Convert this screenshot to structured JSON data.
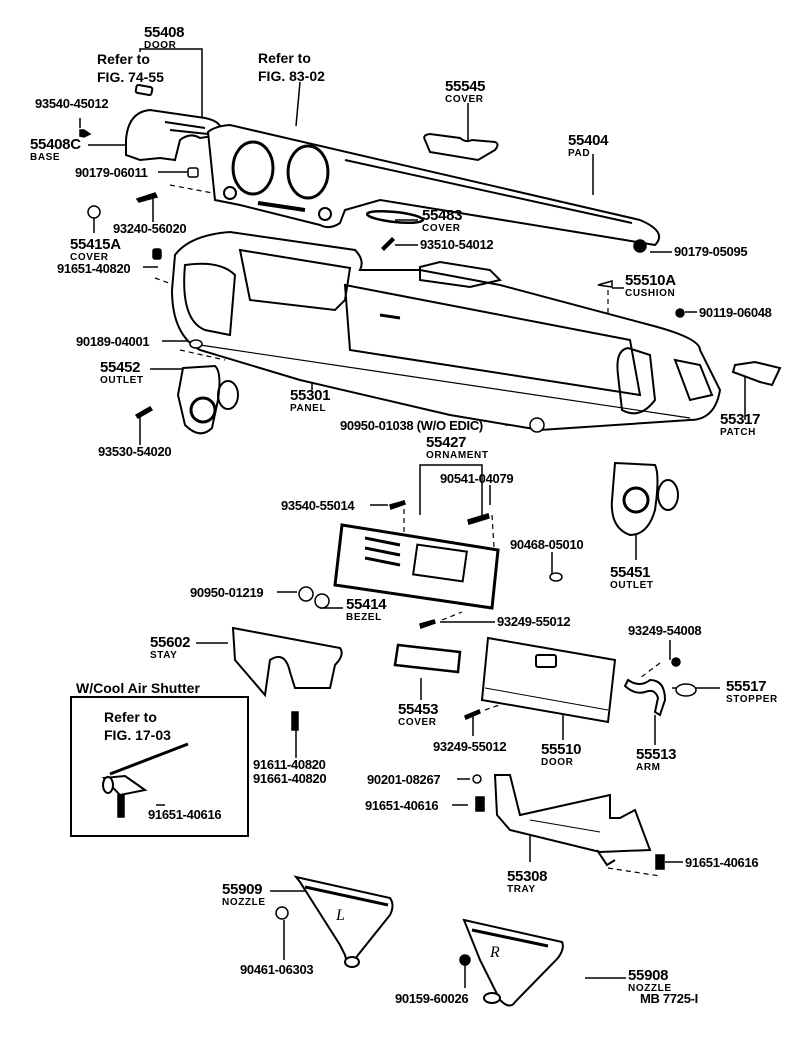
{
  "diagram": {
    "code": "MB 7725-I",
    "inset_title": "W/Cool Air Shutter",
    "refs": [
      {
        "line1": "Refer to",
        "line2": "FIG. 74-55"
      },
      {
        "line1": "Refer to",
        "line2": "FIG. 83-02"
      },
      {
        "line1": "Refer to",
        "line2": "FIG. 17-03"
      }
    ],
    "named_parts": [
      {
        "number": "55408",
        "name": "DOOR"
      },
      {
        "number": "55408C",
        "name": "BASE"
      },
      {
        "number": "55545",
        "name": "COVER"
      },
      {
        "number": "55404",
        "name": "PAD"
      },
      {
        "number": "55483",
        "name": "COVER"
      },
      {
        "number": "55415A",
        "name": "COVER"
      },
      {
        "number": "55510A",
        "name": "CUSHION"
      },
      {
        "number": "55452",
        "name": "OUTLET"
      },
      {
        "number": "55301",
        "name": "PANEL"
      },
      {
        "number": "55317",
        "name": "PATCH"
      },
      {
        "number": "55427",
        "name": "ORNAMENT"
      },
      {
        "number": "55451",
        "name": "OUTLET"
      },
      {
        "number": "55414",
        "name": "BEZEL"
      },
      {
        "number": "55602",
        "name": "STAY"
      },
      {
        "number": "55453",
        "name": "COVER"
      },
      {
        "number": "55510",
        "name": "DOOR"
      },
      {
        "number": "55513",
        "name": "ARM"
      },
      {
        "number": "55517",
        "name": "STOPPER"
      },
      {
        "number": "55308",
        "name": "TRAY"
      },
      {
        "number": "55909",
        "name": "NOZZLE"
      },
      {
        "number": "55908",
        "name": "NOZZLE"
      }
    ],
    "fasteners": [
      "93540-45012",
      "90179-06011",
      "93240-56020",
      "93510-54012",
      "90179-05095",
      "91651-40820",
      "90119-06048",
      "90189-04001",
      "93530-54020",
      "90950-01038 (W/O EDIC)",
      "90541-04079",
      "93540-55014",
      "90468-05010",
      "90950-01219",
      "93249-55012",
      "93249-54008",
      "91611-40820",
      "91661-40820",
      "93249-55012",
      "90201-08267",
      "91651-40616",
      "91651-40616",
      "91651-40616",
      "90461-06303",
      "90159-60026"
    ]
  }
}
